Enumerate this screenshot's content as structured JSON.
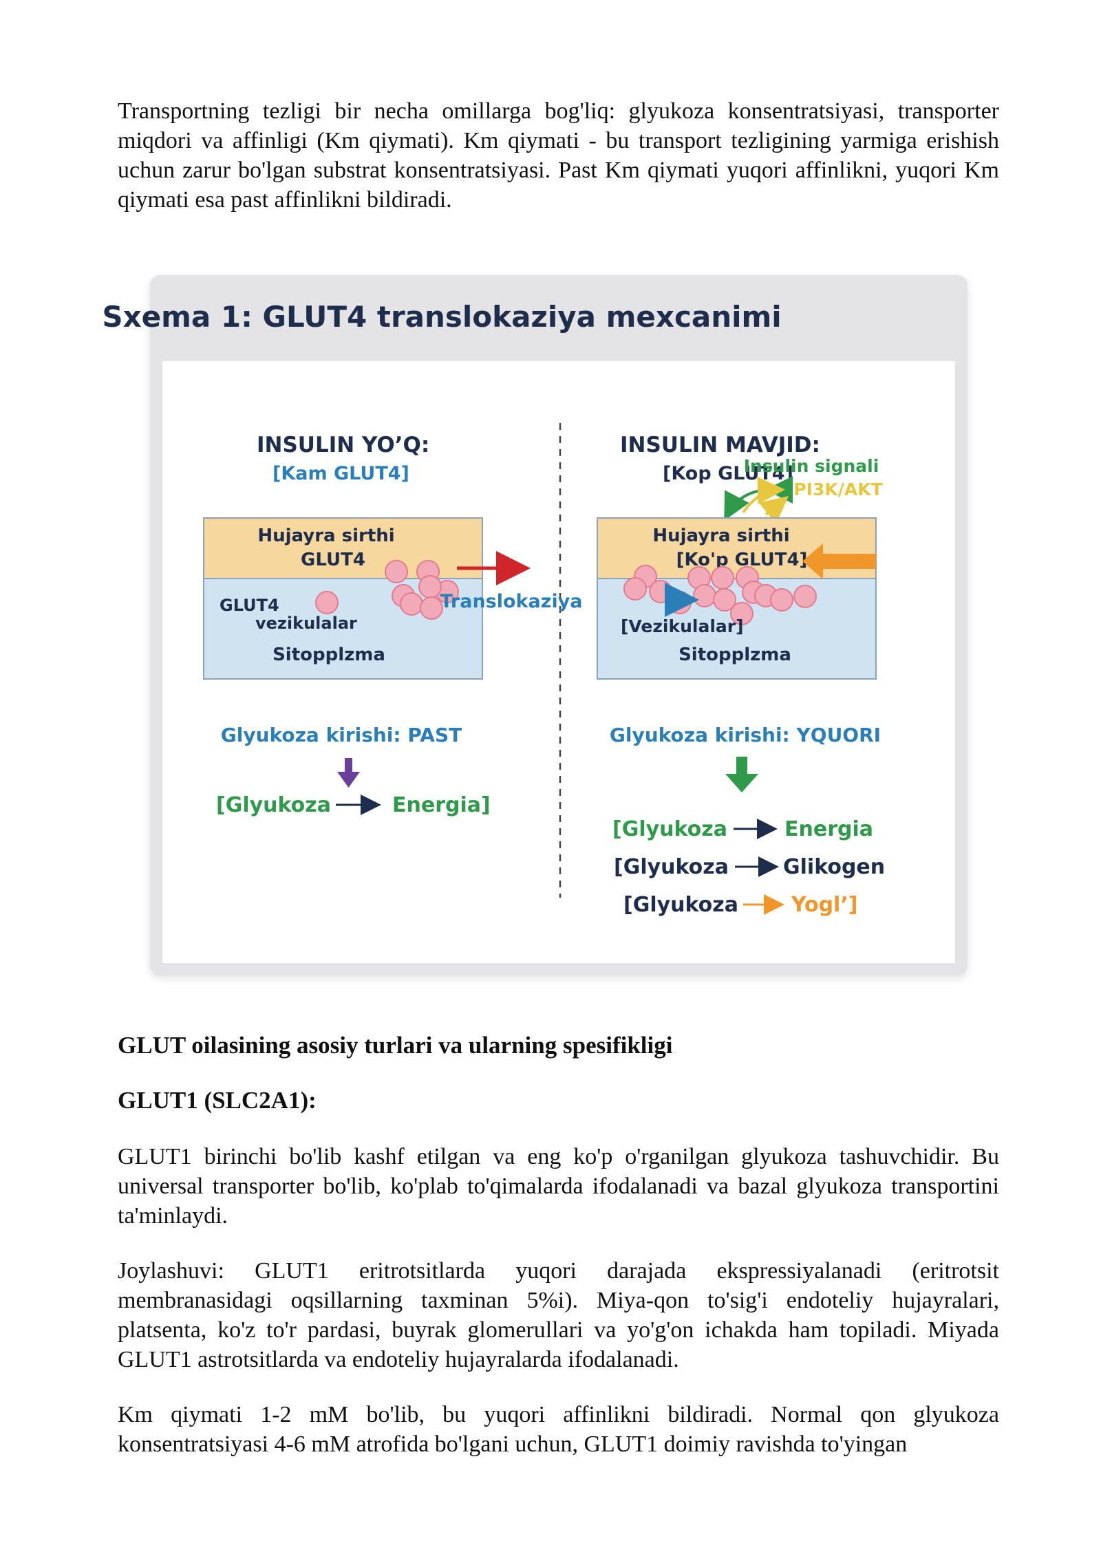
{
  "paragraphs": {
    "intro": "Transportning tezligi bir necha omillarga bog'liq: glyukoza konsentratsiyasi, transporter miqdori va affinligi (Km qiymati). Km qiymati - bu transport tezligining yarmiga erishish uchun zarur bo'lgan substrat konsentratsiyasi. Past Km qiymati yuqori affinlikni, yuqori Km qiymati esa past affinlikni bildiradi.",
    "glut1_desc": "GLUT1 birinchi bo'lib kashf etilgan va eng ko'p o'rganilgan glyukoza tashuvchidir. Bu universal transporter bo'lib, ko'plab to'qimalarda ifodalanadi va bazal glyukoza transportini ta'minlaydi.",
    "glut1_location": "Joylashuvi: GLUT1 eritrotsitlarda yuqori darajada ekspressiyalanadi (eritrotsit membranasidagi oqsillarning taxminan 5%i). Miya-qon to'sig'i endoteliy hujayralari, platsenta, ko'z to'r pardasi, buyrak glomerullari va yo'g'on ichakda ham topiladi. Miyada GLUT1 astrotsitlarda va endoteliy hujayralarda ifodalanadi.",
    "glut1_km": "Km qiymati 1-2 mM bo'lib, bu yuqori affinlikni bildiradi. Normal qon glyukoza konsentratsiyasi 4-6 mM atrofida bo'lgani uchun, GLUT1 doimiy ravishda to'yingan"
  },
  "headings": {
    "section": "GLUT oilasining asosiy turlari va ularning spesifikligi",
    "glut1": "GLUT1 (SLC2A1):"
  },
  "figure": {
    "title": "Sxema 1: GLUT4 translokaziya mexcanimi",
    "left": {
      "heading": "INSULIN YO’Q:",
      "subheading": "[Kam GLUT4]",
      "membrane_line1": "Hujayra sirthi",
      "membrane_line2": "GLUT4",
      "vesicles_line1": "GLUT4",
      "vesicles_line2": "vezikulalar",
      "cytoplasm": "Sitopplzma",
      "uptake": "Glyukoza kirishi: PAST",
      "flow_from": "[Glyukoza",
      "flow_to": "Energia]"
    },
    "right": {
      "heading": "INSULIN MAVJID:",
      "subheading": "[Kop GLUT4]",
      "signal": "Insulin signali",
      "pathway": "PI3K/AKT",
      "membrane_line1": "Hujayra sirthi",
      "membrane_line2": "[Ko'p GLUT4]",
      "vesicles": "[Vezikulalar]",
      "cytoplasm": "Sitopplzma",
      "uptake": "Glyukoza kirishi: YQUORI",
      "flow1_from": "[Glyukoza",
      "flow1_to": "Energia",
      "flow2_from": "[Glyukoza",
      "flow2_to": "Glikogen",
      "flow3_from": "[Glyukoza",
      "flow3_to": "Yogl’]"
    },
    "translocation_label": "Translokaziya",
    "colors": {
      "navy": "#1f2d4d",
      "blue": "#2a7fb8",
      "green": "#2e9a4a",
      "purple": "#6a3f99",
      "red": "#d0262b",
      "orange": "#f0962a",
      "yellow": "#e8c740",
      "membrane": "#f6d79d",
      "cytoplasm": "#cfe3f0",
      "vesicle": "#f2a9b8"
    }
  }
}
